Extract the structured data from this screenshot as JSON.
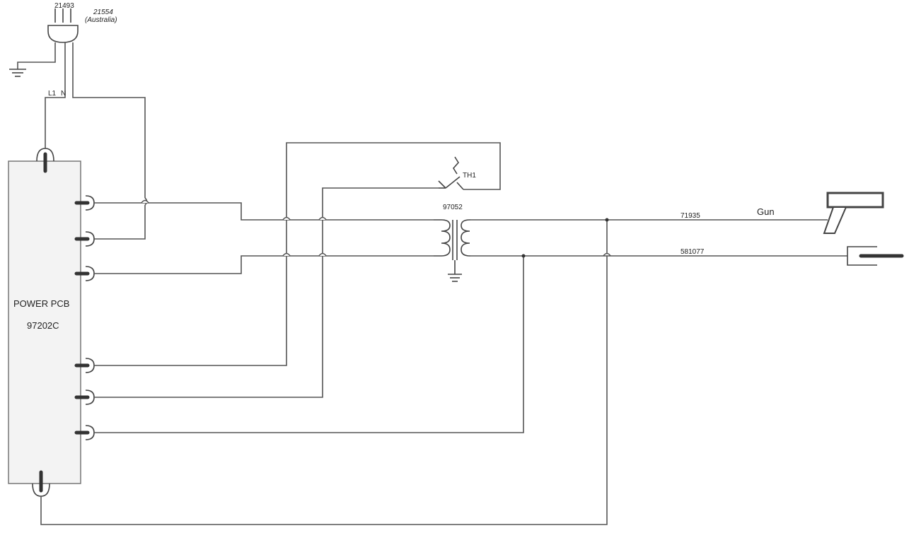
{
  "plug": {
    "part_number": "21493",
    "alt_part_number": "21554",
    "alt_note": "(Australia)"
  },
  "mains": {
    "l1": "L1",
    "n": "N"
  },
  "pcb": {
    "line1": "POWER PCB",
    "line2": "97202C"
  },
  "thermostat": {
    "label": "TH1"
  },
  "transformer": {
    "part_number": "97052"
  },
  "output": {
    "gun_wire": "71935",
    "gun_label": "Gun",
    "work_wire": "581077"
  }
}
